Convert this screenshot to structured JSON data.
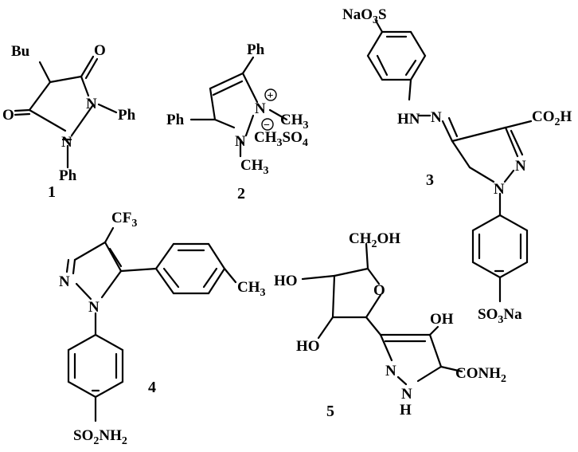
{
  "compounds": [
    {
      "number": "1",
      "labels": {
        "bu": "Bu",
        "o_top": "O",
        "o_left": "O",
        "n_right": "N",
        "n_bottom": "N",
        "ph_right": "Ph",
        "ph_bottom": "Ph"
      }
    },
    {
      "number": "2",
      "labels": {
        "ph_top": "Ph",
        "ph_left": "Ph",
        "n_plus": "N",
        "plus": "+",
        "n": "N",
        "ch3_right": "CH",
        "ch3_right_sub": "3",
        "counter_a": "CH",
        "counter_a_sub": "3",
        "counter_b": "SO",
        "counter_b_sub": "4",
        "minus": "−",
        "ch3_bottom": "CH",
        "ch3_bottom_sub": "3"
      }
    },
    {
      "number": "3",
      "labels": {
        "naso3s_a": "NaO",
        "naso3s_sub": "3",
        "naso3s_b": "S",
        "hn": "HN",
        "n_azo": "N",
        "co2h_a": "CO",
        "co2h_sub": "2",
        "co2h_b": "H",
        "n_ring": "N",
        "n_ring1": "N",
        "so3na_a": "SO",
        "so3na_sub": "3",
        "so3na_b": "Na"
      }
    },
    {
      "number": "4",
      "labels": {
        "cf3_a": "CF",
        "cf3_sub": "3",
        "n_top": "N",
        "n_bottom": "N",
        "ch3_a": "CH",
        "ch3_sub": "3",
        "so2nh2_a": "SO",
        "so2nh2_sub1": "2",
        "so2nh2_b": "NH",
        "so2nh2_sub2": "2"
      }
    },
    {
      "number": "5",
      "labels": {
        "ch2oh_a": "CH",
        "ch2oh_sub": "2",
        "ch2oh_b": "OH",
        "ho_top": "HO",
        "o_ring": "O",
        "ho_bottom": "HO",
        "oh": "OH",
        "n_pyr": "N",
        "nh_n": "N",
        "nh_h": "H",
        "conh2_a": "CONH",
        "conh2_sub": "2"
      }
    }
  ]
}
